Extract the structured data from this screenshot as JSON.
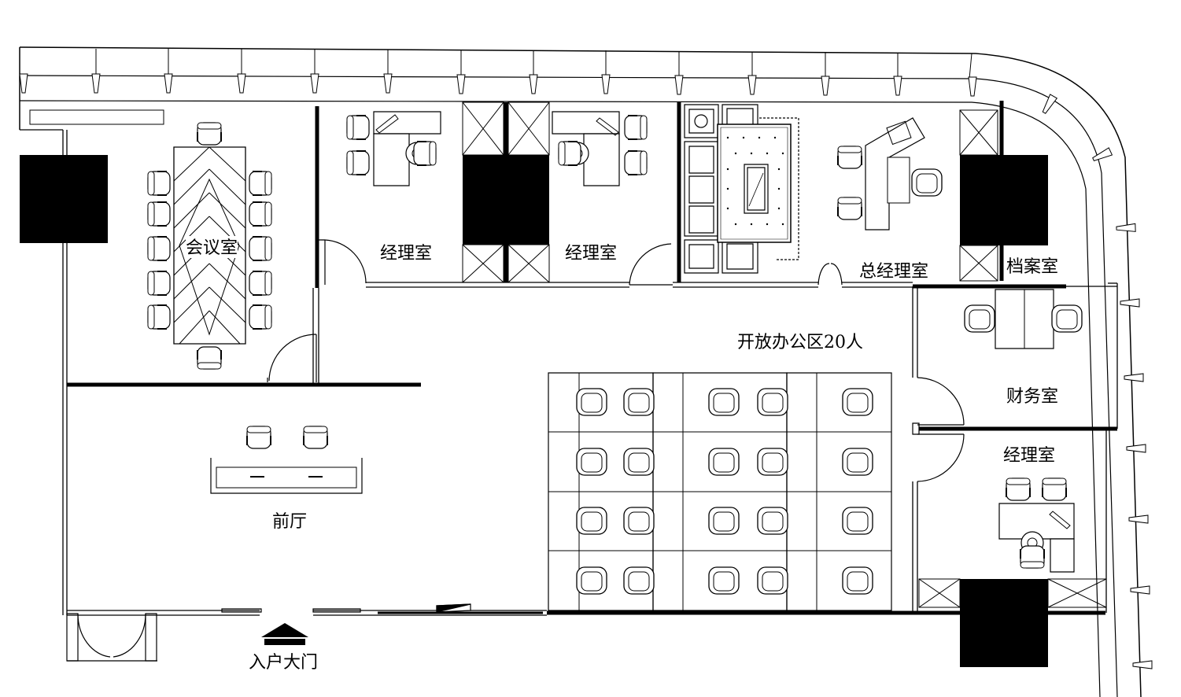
{
  "colors": {
    "line": "#000000",
    "background": "#ffffff",
    "column": "#000000"
  },
  "rooms": {
    "meeting": "会议室",
    "manager_1": "经理室",
    "manager_2": "经理室",
    "gm": "总经理室",
    "archive": "档案室",
    "open_office": "开放办公区20人",
    "finance": "财务室",
    "manager_3": "经理室",
    "lobby": "前厅",
    "entrance": "入户大门"
  }
}
